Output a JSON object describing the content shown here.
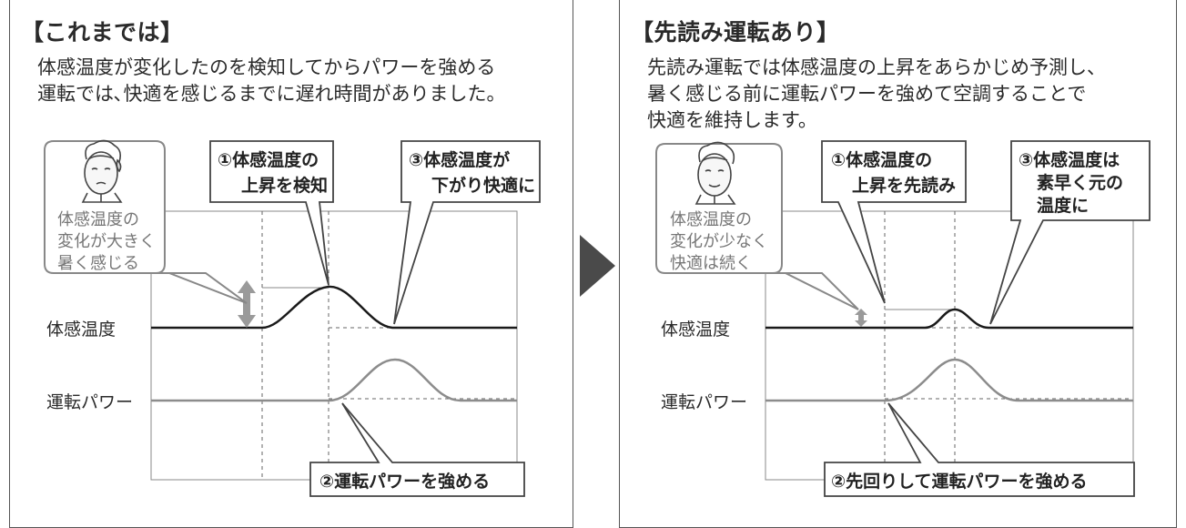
{
  "left": {
    "heading": "【これまでは】",
    "description": [
      "体感温度が変化したのを検知してからパワーを強める",
      "運転では､快適を感じるまでに遅れ時間がありました。"
    ],
    "face_caption": [
      "体感温度の",
      "変化が大きく",
      "暑く感じる"
    ],
    "callout_1": [
      "①体感温度の",
      "上昇を検知"
    ],
    "callout_3": [
      "③体感温度が",
      "下がり快適に"
    ],
    "callout_2": [
      "②運転パワーを強める"
    ],
    "row_label_temp": "体感温度",
    "row_label_power": "運転パワー"
  },
  "right": {
    "heading": "【先読み運転あり】",
    "description": [
      "先読み運転では体感温度の上昇をあらかじめ予測し、",
      "暑く感じる前に運転パワーを強めて空調することで",
      "快適を維持します。"
    ],
    "face_caption": [
      "体感温度の",
      "変化が少なく",
      "快適は続く"
    ],
    "callout_1": [
      "①体感温度の",
      "上昇を先読み"
    ],
    "callout_3": [
      "③体感温度は",
      "素早く元の",
      "温度に"
    ],
    "callout_2": [
      "②先回りして運転パワーを強める"
    ],
    "row_label_temp": "体感温度",
    "row_label_power": "運転パワー"
  },
  "colors": {
    "temp_line": "#1a1a1a",
    "power_line": "#8c8c8c",
    "arrow_fill": "#4a4a4a",
    "frame": "#555555",
    "caption_text": "#777777"
  },
  "icons": {
    "face_left": "sweating-worried-face-icon",
    "face_right": "content-face-icon",
    "transition": "triangle-right-icon",
    "change_marker": "double-arrow-icon"
  }
}
